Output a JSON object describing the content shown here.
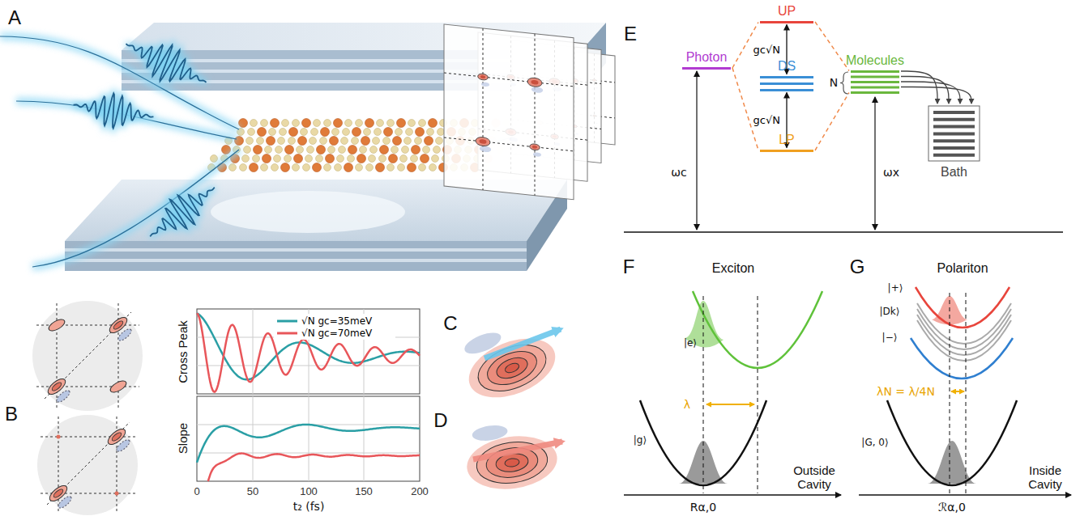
{
  "diagram": {
    "nodes": [
      {
        "text": [
          "Photon"
        ]
      },
      {
        "text": [
          "UP"
        ]
      },
      {
        "text": [
          "DS"
        ]
      },
      {
        "text": [
          "LP"
        ]
      },
      {
        "text": [
          "Molecules"
        ]
      },
      {
        "text": [
          "Bath"
        ]
      }
    ],
    "edges": [
      {
        "from": 0,
        "to": 1,
        "arrow": "none"
      },
      {
        "from": 0,
        "to": 3,
        "arrow": "none"
      },
      {
        "from": 1,
        "to": 4,
        "arrow": "none"
      },
      {
        "from": 3,
        "to": 4,
        "arrow": "none"
      },
      {
        "from": 1,
        "to": 2,
        "arrow": "both",
        "label": "gc√N"
      },
      {
        "from": 2,
        "to": 3,
        "arrow": "both",
        "label": "gc√N"
      },
      {
        "from": 4,
        "to": 5,
        "arrow": "to"
      },
      {
        "from": 4,
        "to": 5,
        "arrow": "to"
      },
      {
        "from": 4,
        "to": 5,
        "arrow": "to"
      },
      {
        "from": 4,
        "to": 5,
        "arrow": "to"
      }
    ],
    "labels": [
      "A",
      "E",
      "ωc",
      "ωx",
      "N",
      "B",
      "Cross Peak",
      "Slope",
      "0",
      "50",
      "100",
      "150",
      "200",
      "t₂ (fs)",
      "C",
      "D",
      "F",
      "Exciton",
      "|e⟩",
      "λ",
      "|g⟩",
      "Outside Cavity",
      "Rα,0",
      "G",
      "Polariton",
      "|+⟩",
      "|Dk⟩",
      "|−⟩",
      "λN = λ/4N",
      "|G, 0⟩",
      "Inside Cavity",
      "ℛα,0"
    ],
    "legend": [
      {
        "text": "√N gc=35meV"
      },
      {
        "text": "√N gc=70meV"
      }
    ]
  }
}
